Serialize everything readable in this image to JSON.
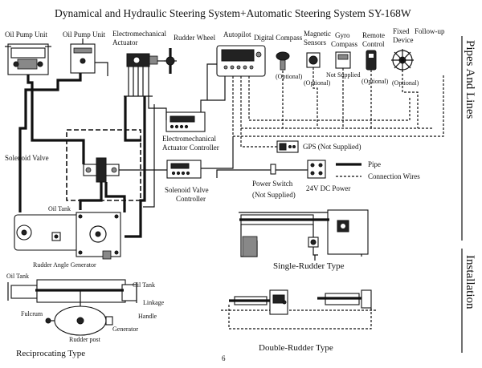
{
  "title": "Dynamical and Hydraulic Steering System+Automatic Steering System SY-168W",
  "side_labels": {
    "top": "Pipes And Lines",
    "bottom": "Installation"
  },
  "components": {
    "oil_pump_unit_1": "Oil Pump Unit",
    "oil_pump_unit_2": "Oil Pump Unit",
    "em_actuator_line1": "Electromechanical",
    "em_actuator_line2": "Actuator",
    "rudder_wheel": "Rudder Wheel",
    "autopilot": "Autopilot",
    "digital_compass": "Digital Compass",
    "magnetic_sensors_line1": "Magnetic",
    "magnetic_sensors_line2": "Sensors",
    "gyro_compass_line1": "Gyro",
    "gyro_compass_line2": "Compass",
    "remote_control_line1": "Remote",
    "remote_control_line2": "Control",
    "fixed_device_line1": "Fixed",
    "fixed_device_line2": "Device",
    "follow_up": "Follow-up",
    "optional_1": "(Optional)",
    "optional_2": "(Optional)",
    "not_supplied": "Not Supplied",
    "optional_3": "(Optional)",
    "optional_4": "(Optional)",
    "solenoid_valve": "Solenoid Valve",
    "em_controller_line1": "Electromechanical",
    "em_controller_line2": "Actuator Controller",
    "gps": "GPS (Not Supplied)",
    "sv_controller_line1": "Solenoid  Valve",
    "sv_controller_line2": "Controller",
    "power_switch_line1": "Power    Switch",
    "power_switch_line2": "(Not Supplied)",
    "power_24v": "24V DC Power",
    "legend_pipe": "Pipe",
    "legend_wires": "Connection Wires",
    "oil_tank_1": "Oil Tank",
    "rudder_angle_generator": "Rudder Angle Generator",
    "oil_tank_2": "Oil Tank",
    "oil_tank_3": "Oil Tank",
    "linkage": "Linkage",
    "fulcrum": "Fulcrum",
    "handle": "Handle",
    "generator": "Generator",
    "rudder_post": "Rudder post"
  },
  "captions": {
    "single_rudder": "Single-Rudder Type",
    "double_rudder": "Double-Rudder Type",
    "reciprocating": "Reciprocating Type"
  },
  "page_number": "6"
}
